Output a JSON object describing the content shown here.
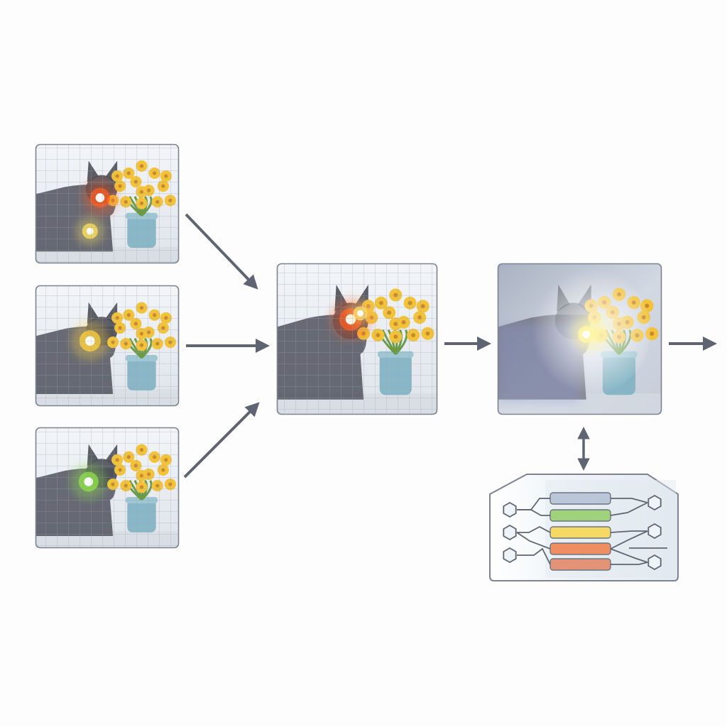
{
  "diagram": {
    "inputs": [
      {
        "id": "input-a",
        "highlight_color": "#ff5a1f",
        "secondary_highlight_color": "#ffe45c"
      },
      {
        "id": "input-b",
        "highlight_color": "#ffd23f"
      },
      {
        "id": "input-c",
        "highlight_color": "#8fe34a"
      }
    ],
    "merged": {
      "highlight_color": "#ff5a1f",
      "glow_color": "#ffe070"
    },
    "output": {
      "glow_color": "#fff6a8",
      "tint_color": "#8e9ad6"
    },
    "module": {
      "bars": [
        {
          "color": "#b9c7d8"
        },
        {
          "color": "#9fd27a"
        },
        {
          "color": "#f4d964"
        },
        {
          "color": "#ef8d63"
        },
        {
          "color": "#e39477"
        }
      ]
    },
    "colors": {
      "arrow": "#5f6472",
      "frame_border": "#7d8390",
      "grid_line": "#9aa3ad",
      "cat": "#4a4c58",
      "flower": "#f2c23a",
      "leaf": "#6a9a48",
      "vase": "#7fb1c2"
    }
  }
}
